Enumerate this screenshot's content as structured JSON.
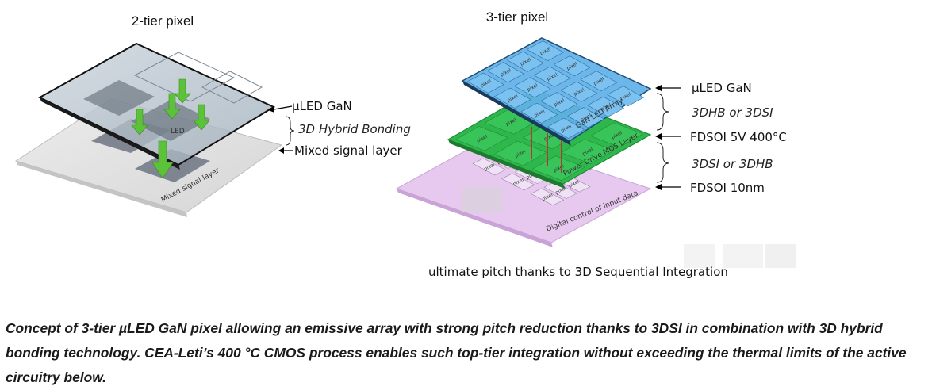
{
  "left_diagram": {
    "title": "2-tier pixel",
    "labels": {
      "top": "µLED GaN",
      "bond": "3D Hybrid Bonding",
      "bottom": "Mixed signal layer"
    },
    "layer_text": {
      "led": "LED",
      "mixed": "Mixed signal layer"
    }
  },
  "right_diagram": {
    "title": "3-tier pixel",
    "labels": {
      "top": "µLED GaN",
      "int1": "3DHB or 3DSI",
      "mid": "FDSOI 5V 400°C",
      "int2": "3DSI or 3DHB",
      "bottom": "FDSOI 10nm"
    },
    "layer_text": {
      "led": "GaN LED Array",
      "mos": "Power Drive MOS Layer",
      "digital": "Digital control of input data",
      "pixel": "pixel"
    },
    "subtitle": "ultimate pitch thanks to 3D Sequential Integration"
  },
  "caption": "Concept of 3-tier µLED GaN pixel allowing an emissive array with strong pitch reduction thanks to 3DSI in combination with 3D hybrid bonding technology. CEA-Leti’s 400 °C CMOS process enables such top-tier integration without exceeding the thermal limits of the active circuitry below.",
  "colors": {
    "led_layer": "#5fb0e8",
    "mos_layer": "#2eb84c",
    "digital_layer": "#e7c8ef",
    "arrow_green": "#5cc23a"
  }
}
